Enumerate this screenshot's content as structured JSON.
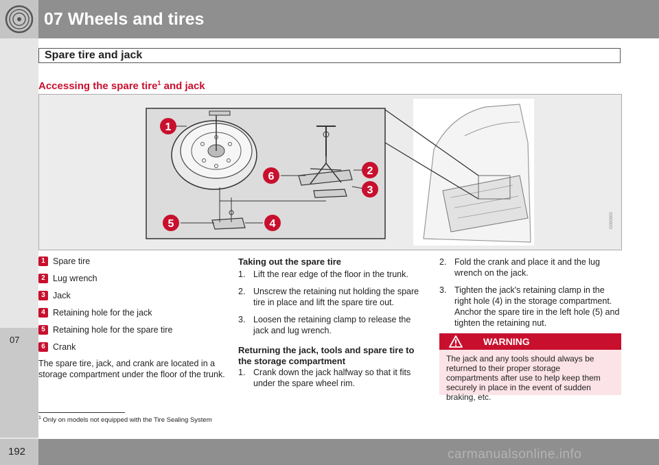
{
  "header": {
    "chapter_title": "07 Wheels and tires"
  },
  "section": {
    "title": "Spare tire and jack"
  },
  "side": {
    "chapter_number": "07",
    "page_number": "192"
  },
  "subheading": {
    "text": "Accessing the spare tire",
    "footnote_mark": "1",
    "suffix": " and jack"
  },
  "figure": {
    "callouts": [
      "1",
      "2",
      "3",
      "4",
      "5",
      "6"
    ],
    "image_code": "G000000"
  },
  "legend": [
    {
      "num": "1",
      "text": "Spare tire"
    },
    {
      "num": "2",
      "text": "Lug wrench"
    },
    {
      "num": "3",
      "text": "Jack"
    },
    {
      "num": "4",
      "text": "Retaining hole for the jack"
    },
    {
      "num": "5",
      "text": "Retaining hole for the spare tire"
    },
    {
      "num": "6",
      "text": "Crank"
    }
  ],
  "intro": "The spare tire, jack, and crank are located in a storage compartment under the floor of the trunk.",
  "taking_out": {
    "heading": "Taking out the spare tire",
    "steps": [
      {
        "n": "1.",
        "text": "Lift the rear edge of the floor in the trunk."
      },
      {
        "n": "2.",
        "text": "Unscrew the retaining nut holding the spare tire in place and lift the spare tire out."
      },
      {
        "n": "3.",
        "text": "Loosen the retaining clamp to release the jack and lug wrench."
      }
    ]
  },
  "returning": {
    "heading": "Returning the jack, tools and spare tire to the storage compartment",
    "steps": [
      {
        "n": "1.",
        "text": "Crank down the jack halfway so that it fits under the spare wheel rim."
      },
      {
        "n": "2.",
        "text": "Fold the crank and place it and the lug wrench on the jack."
      },
      {
        "n": "3.",
        "text": "Tighten the jack's retaining clamp in the right hole (4) in the storage compartment. Anchor the spare tire in the left hole (5) and tighten the retaining nut."
      }
    ]
  },
  "warning": {
    "title": "WARNING",
    "body": "The jack and any tools should always be returned to their proper storage compartments after use to help keep them securely in place in the event of sudden braking, etc."
  },
  "footnote": {
    "mark": "1",
    "text": "Only on models not equipped with the Tire Sealing System"
  },
  "watermark": "carmanualsonline.info",
  "colors": {
    "accent": "#c8102e",
    "header_gray": "#8f8f8f",
    "warning_bg": "#fbe3e8"
  }
}
